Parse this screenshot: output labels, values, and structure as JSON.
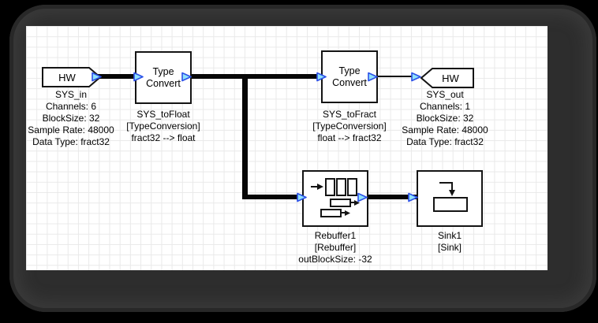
{
  "window": {
    "background": "#000000",
    "frame_color": "#2d2d2d",
    "canvas_color": "#ffffff",
    "grid_color": "#e9e9e9"
  },
  "colors": {
    "wire": "#060606",
    "port_fill": "#8fe1fa",
    "port_stroke": "#2b50e8",
    "block_border": "#141414",
    "text": "#000000"
  },
  "blocks": {
    "sys_in": {
      "title": "HW",
      "name": "SYS_in",
      "props": [
        "Channels: 6",
        "BlockSize: 32",
        "Sample Rate: 48000",
        "Data Type: fract32"
      ]
    },
    "sys_to_float": {
      "title": "Type Convert",
      "name": "SYS_toFloat",
      "type": "[TypeConversion]",
      "detail": "fract32 --> float"
    },
    "sys_to_fract": {
      "title": "Type Convert",
      "name": "SYS_toFract",
      "type": "[TypeConversion]",
      "detail": "float --> fract32"
    },
    "sys_out": {
      "title": "HW",
      "name": "SYS_out",
      "props": [
        "Channels: 1",
        "BlockSize: 32",
        "Sample Rate: 48000",
        "Data Type: fract32"
      ]
    },
    "rebuffer1": {
      "name": "Rebuffer1",
      "type": "[Rebuffer]",
      "detail": "outBlockSize: -32"
    },
    "sink1": {
      "name": "Sink1",
      "type": "[Sink]"
    }
  }
}
